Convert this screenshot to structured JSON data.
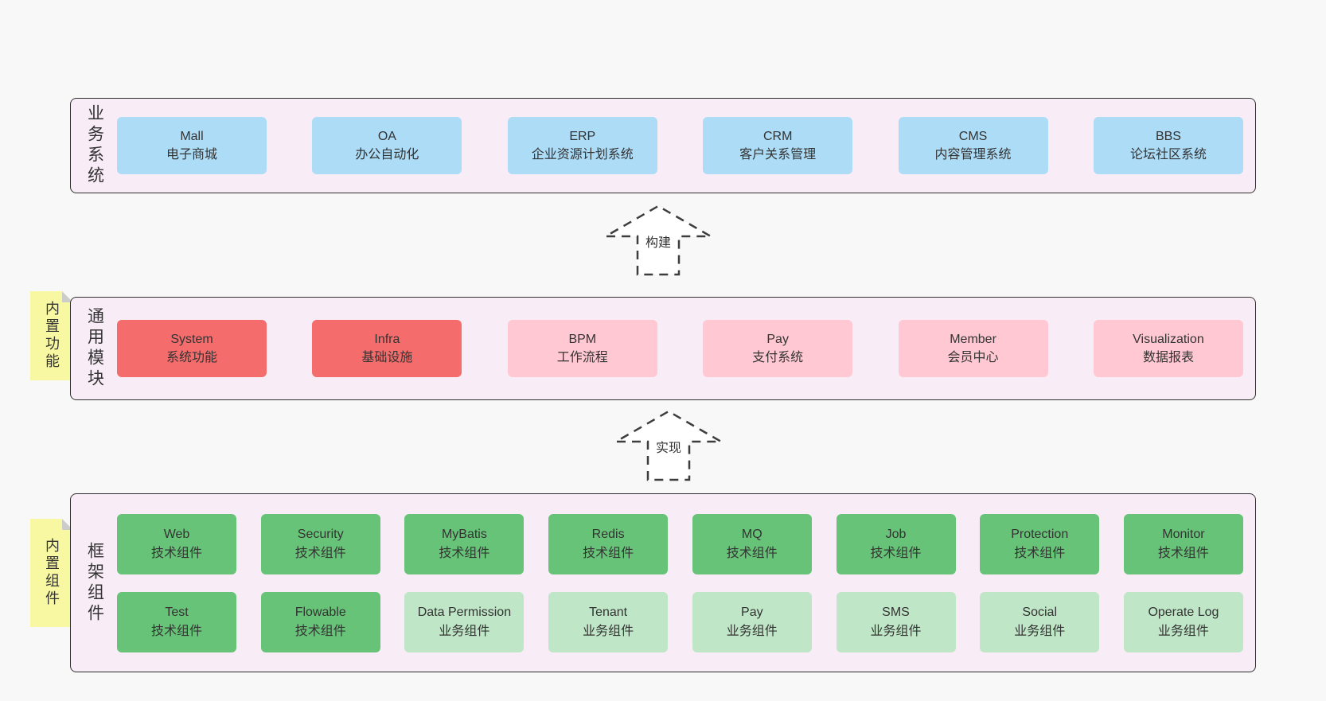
{
  "colors": {
    "page_bg": "#f8f8f8",
    "layer_bg": "#f8edf6",
    "layer_border": "#2f2f2f",
    "blue": "#addcf7",
    "red": "#f56c6c",
    "pink": "#ffc8d2",
    "green": "#67c377",
    "lightgreen": "#bfe6c6",
    "sticky": "#f8f8a2",
    "sticky_fold": "#cccccc",
    "arrow_stroke": "#3d3d3d",
    "text": "#333333"
  },
  "layers": {
    "business": {
      "label": "业务系统",
      "boxes": [
        {
          "en": "Mall",
          "zh": "电子商城",
          "type": "blue"
        },
        {
          "en": "OA",
          "zh": "办公自动化",
          "type": "blue"
        },
        {
          "en": "ERP",
          "zh": "企业资源计划系统",
          "type": "blue"
        },
        {
          "en": "CRM",
          "zh": "客户关系管理",
          "type": "blue"
        },
        {
          "en": "CMS",
          "zh": "内容管理系统",
          "type": "blue"
        },
        {
          "en": "BBS",
          "zh": "论坛社区系统",
          "type": "blue"
        }
      ]
    },
    "modules": {
      "label": "通用模块",
      "sticky": "内置功能",
      "boxes": [
        {
          "en": "System",
          "zh": "系统功能",
          "type": "red"
        },
        {
          "en": "Infra",
          "zh": "基础设施",
          "type": "red"
        },
        {
          "en": "BPM",
          "zh": "工作流程",
          "type": "pink"
        },
        {
          "en": "Pay",
          "zh": "支付系统",
          "type": "pink"
        },
        {
          "en": "Member",
          "zh": "会员中心",
          "type": "pink"
        },
        {
          "en": "Visualization",
          "zh": "数据报表",
          "type": "pink"
        }
      ]
    },
    "components": {
      "label": "框架组件",
      "sticky": "内置组件",
      "row1": [
        {
          "en": "Web",
          "zh": "技术组件",
          "type": "green"
        },
        {
          "en": "Security",
          "zh": "技术组件",
          "type": "green"
        },
        {
          "en": "MyBatis",
          "zh": "技术组件",
          "type": "green"
        },
        {
          "en": "Redis",
          "zh": "技术组件",
          "type": "green"
        },
        {
          "en": "MQ",
          "zh": "技术组件",
          "type": "green"
        },
        {
          "en": "Job",
          "zh": "技术组件",
          "type": "green"
        },
        {
          "en": "Protection",
          "zh": "技术组件",
          "type": "green"
        },
        {
          "en": "Monitor",
          "zh": "技术组件",
          "type": "green"
        }
      ],
      "row2": [
        {
          "en": "Test",
          "zh": "技术组件",
          "type": "green"
        },
        {
          "en": "Flowable",
          "zh": "技术组件",
          "type": "green"
        },
        {
          "en": "Data Permission",
          "zh": "业务组件",
          "type": "lightgreen"
        },
        {
          "en": "Tenant",
          "zh": "业务组件",
          "type": "lightgreen"
        },
        {
          "en": "Pay",
          "zh": "业务组件",
          "type": "lightgreen"
        },
        {
          "en": "SMS",
          "zh": "业务组件",
          "type": "lightgreen"
        },
        {
          "en": "Social",
          "zh": "业务组件",
          "type": "lightgreen"
        },
        {
          "en": "Operate Log",
          "zh": "业务组件",
          "type": "lightgreen"
        }
      ]
    }
  },
  "arrows": {
    "build": {
      "label": "构建"
    },
    "implement": {
      "label": "实现"
    }
  }
}
